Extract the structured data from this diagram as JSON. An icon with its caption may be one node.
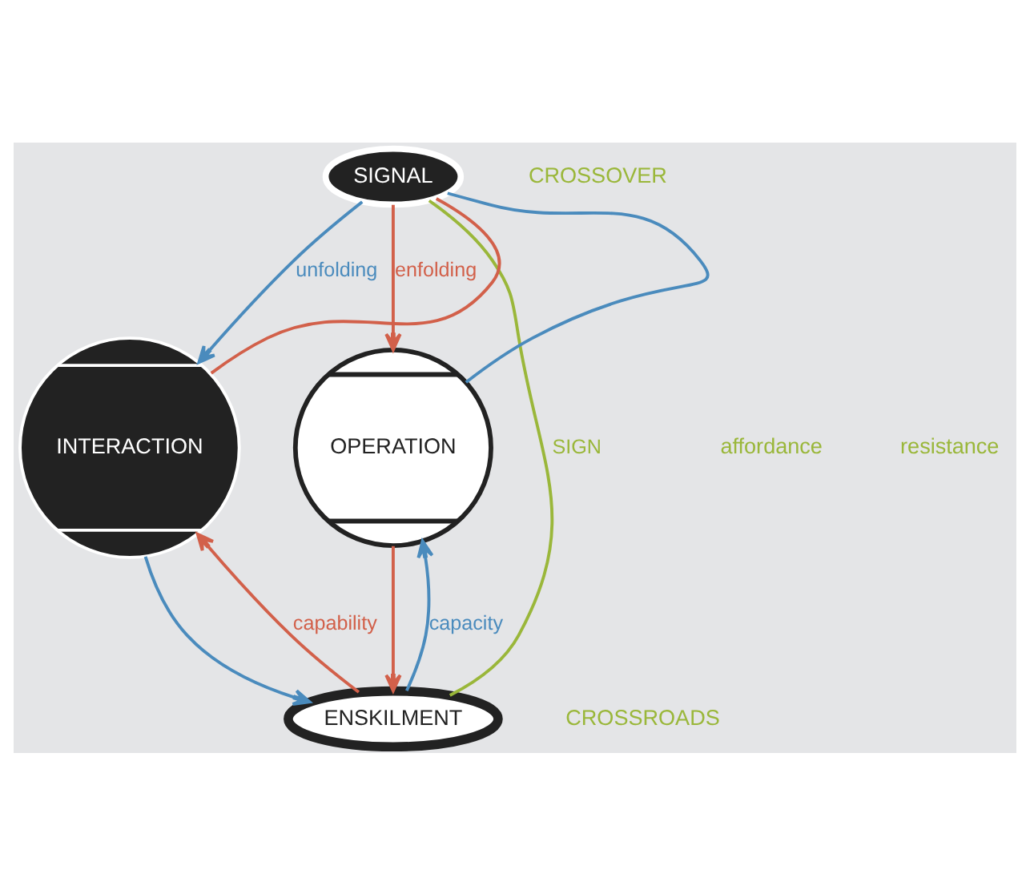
{
  "diagram": {
    "nodes": [
      {
        "text": [
          "SIGNAL"
        ]
      },
      {
        "text": [
          "INTERACTION"
        ]
      },
      {
        "text": [
          "OPERATION"
        ]
      },
      {
        "text": [
          "ENSKILMENT"
        ]
      }
    ],
    "edges": [
      {
        "from": 0,
        "to": 1,
        "arrow": "to",
        "label": "unfolding",
        "color": "#4a8bbd"
      },
      {
        "from": 1,
        "to": 0,
        "arrow": "none",
        "color": "#d2604a"
      },
      {
        "from": 0,
        "to": 2,
        "arrow": "to",
        "label": "enfolding",
        "color": "#d2604a"
      },
      {
        "from": 2,
        "to": 0,
        "arrow": "none",
        "color": "#4a8bbd"
      },
      {
        "from": 1,
        "to": 3,
        "arrow": "to",
        "color": "#4a8bbd"
      },
      {
        "from": 3,
        "to": 1,
        "arrow": "to",
        "label": "capability",
        "color": "#d2604a"
      },
      {
        "from": 2,
        "to": 3,
        "arrow": "to",
        "color": "#d2604a"
      },
      {
        "from": 3,
        "to": 2,
        "arrow": "to",
        "label": "capacity",
        "color": "#4a8bbd"
      },
      {
        "from": 0,
        "to": 3,
        "arrow": "none",
        "label": "SIGN",
        "color": "#9ab73a"
      }
    ],
    "labels": [
      "CROSSOVER",
      "affordance",
      "resistance",
      "CROSSROADS"
    ]
  }
}
